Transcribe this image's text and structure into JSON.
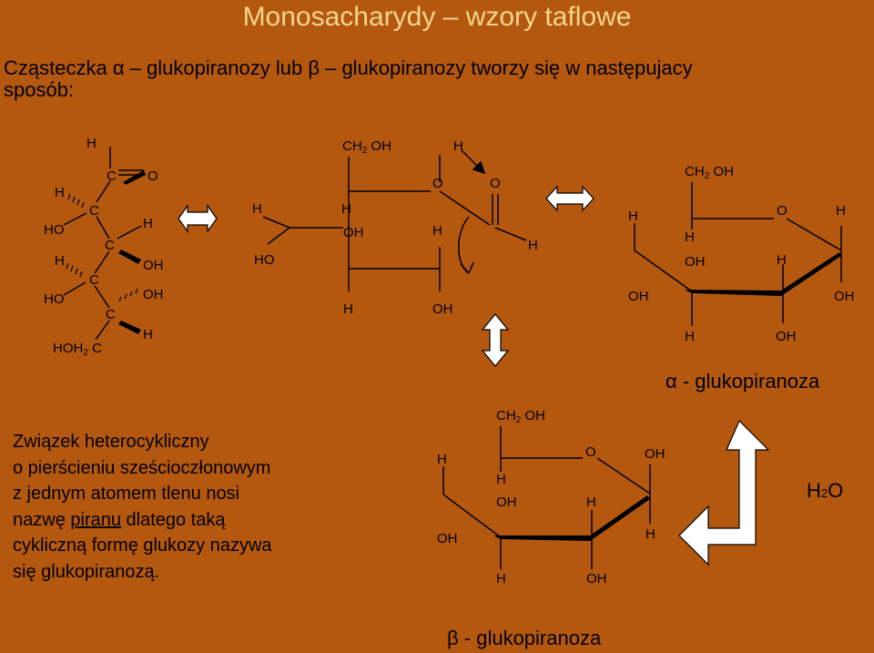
{
  "title": "Monosacharydy – wzory taflowe",
  "intro": {
    "line1": "Cząsteczka α – glukopiranozy lub β – glukopiranozy tworzy się w następujacy",
    "line2": "sposób:"
  },
  "description": {
    "line1": "Związek heterocykliczny",
    "line2": "o pierścieniu sześcioczłonowym",
    "line3": "z jednym atomem tlenu nosi",
    "line4a": "nazwę ",
    "line4link": "piranu",
    "line4b": " dlatego taką",
    "line5": "cykliczną formę glukozy nazywa",
    "line6": "się glukopiranozą."
  },
  "labels": {
    "alpha": "α - glukopiranoza",
    "beta": "β - glukopiranoza",
    "water_h": "H",
    "water_sub": "2",
    "water_o": "O"
  },
  "chain": {
    "h": "H",
    "c": "C",
    "o": "O",
    "ho": "HO",
    "oh": "OH",
    "hoh2c_a": "HOH",
    "hoh2c_sub": "2",
    "hoh2c_b": " C"
  },
  "ring": {
    "ch": "CH",
    "sub": "2",
    "oh": " OH",
    "h": "H",
    "o": "O",
    "ohl": "OH",
    "ho": "HO"
  },
  "colors": {
    "background": "#b5580f",
    "title": "#f3d58c",
    "arrow_fill": "#ffffff"
  }
}
